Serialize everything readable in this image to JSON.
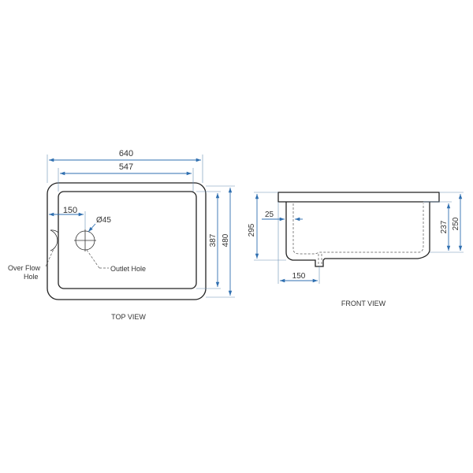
{
  "top_view": {
    "caption": "TOP VIEW",
    "overall_width": "640",
    "inner_width": "547",
    "outlet_offset": "150",
    "outlet_diameter": "Ø45",
    "inner_depth": "387",
    "overall_depth": "480",
    "overflow_label_line1": "Over Flow",
    "overflow_label_line2": "Hole",
    "outlet_label": "Outlet Hole"
  },
  "front_view": {
    "caption": "FRONT VIEW",
    "wall_thickness": "25",
    "outer_height": "295",
    "outlet_offset": "150",
    "inner_height": "237",
    "total_height": "250"
  },
  "colors": {
    "dimension": "#2f6fb0",
    "outline": "#222222"
  }
}
